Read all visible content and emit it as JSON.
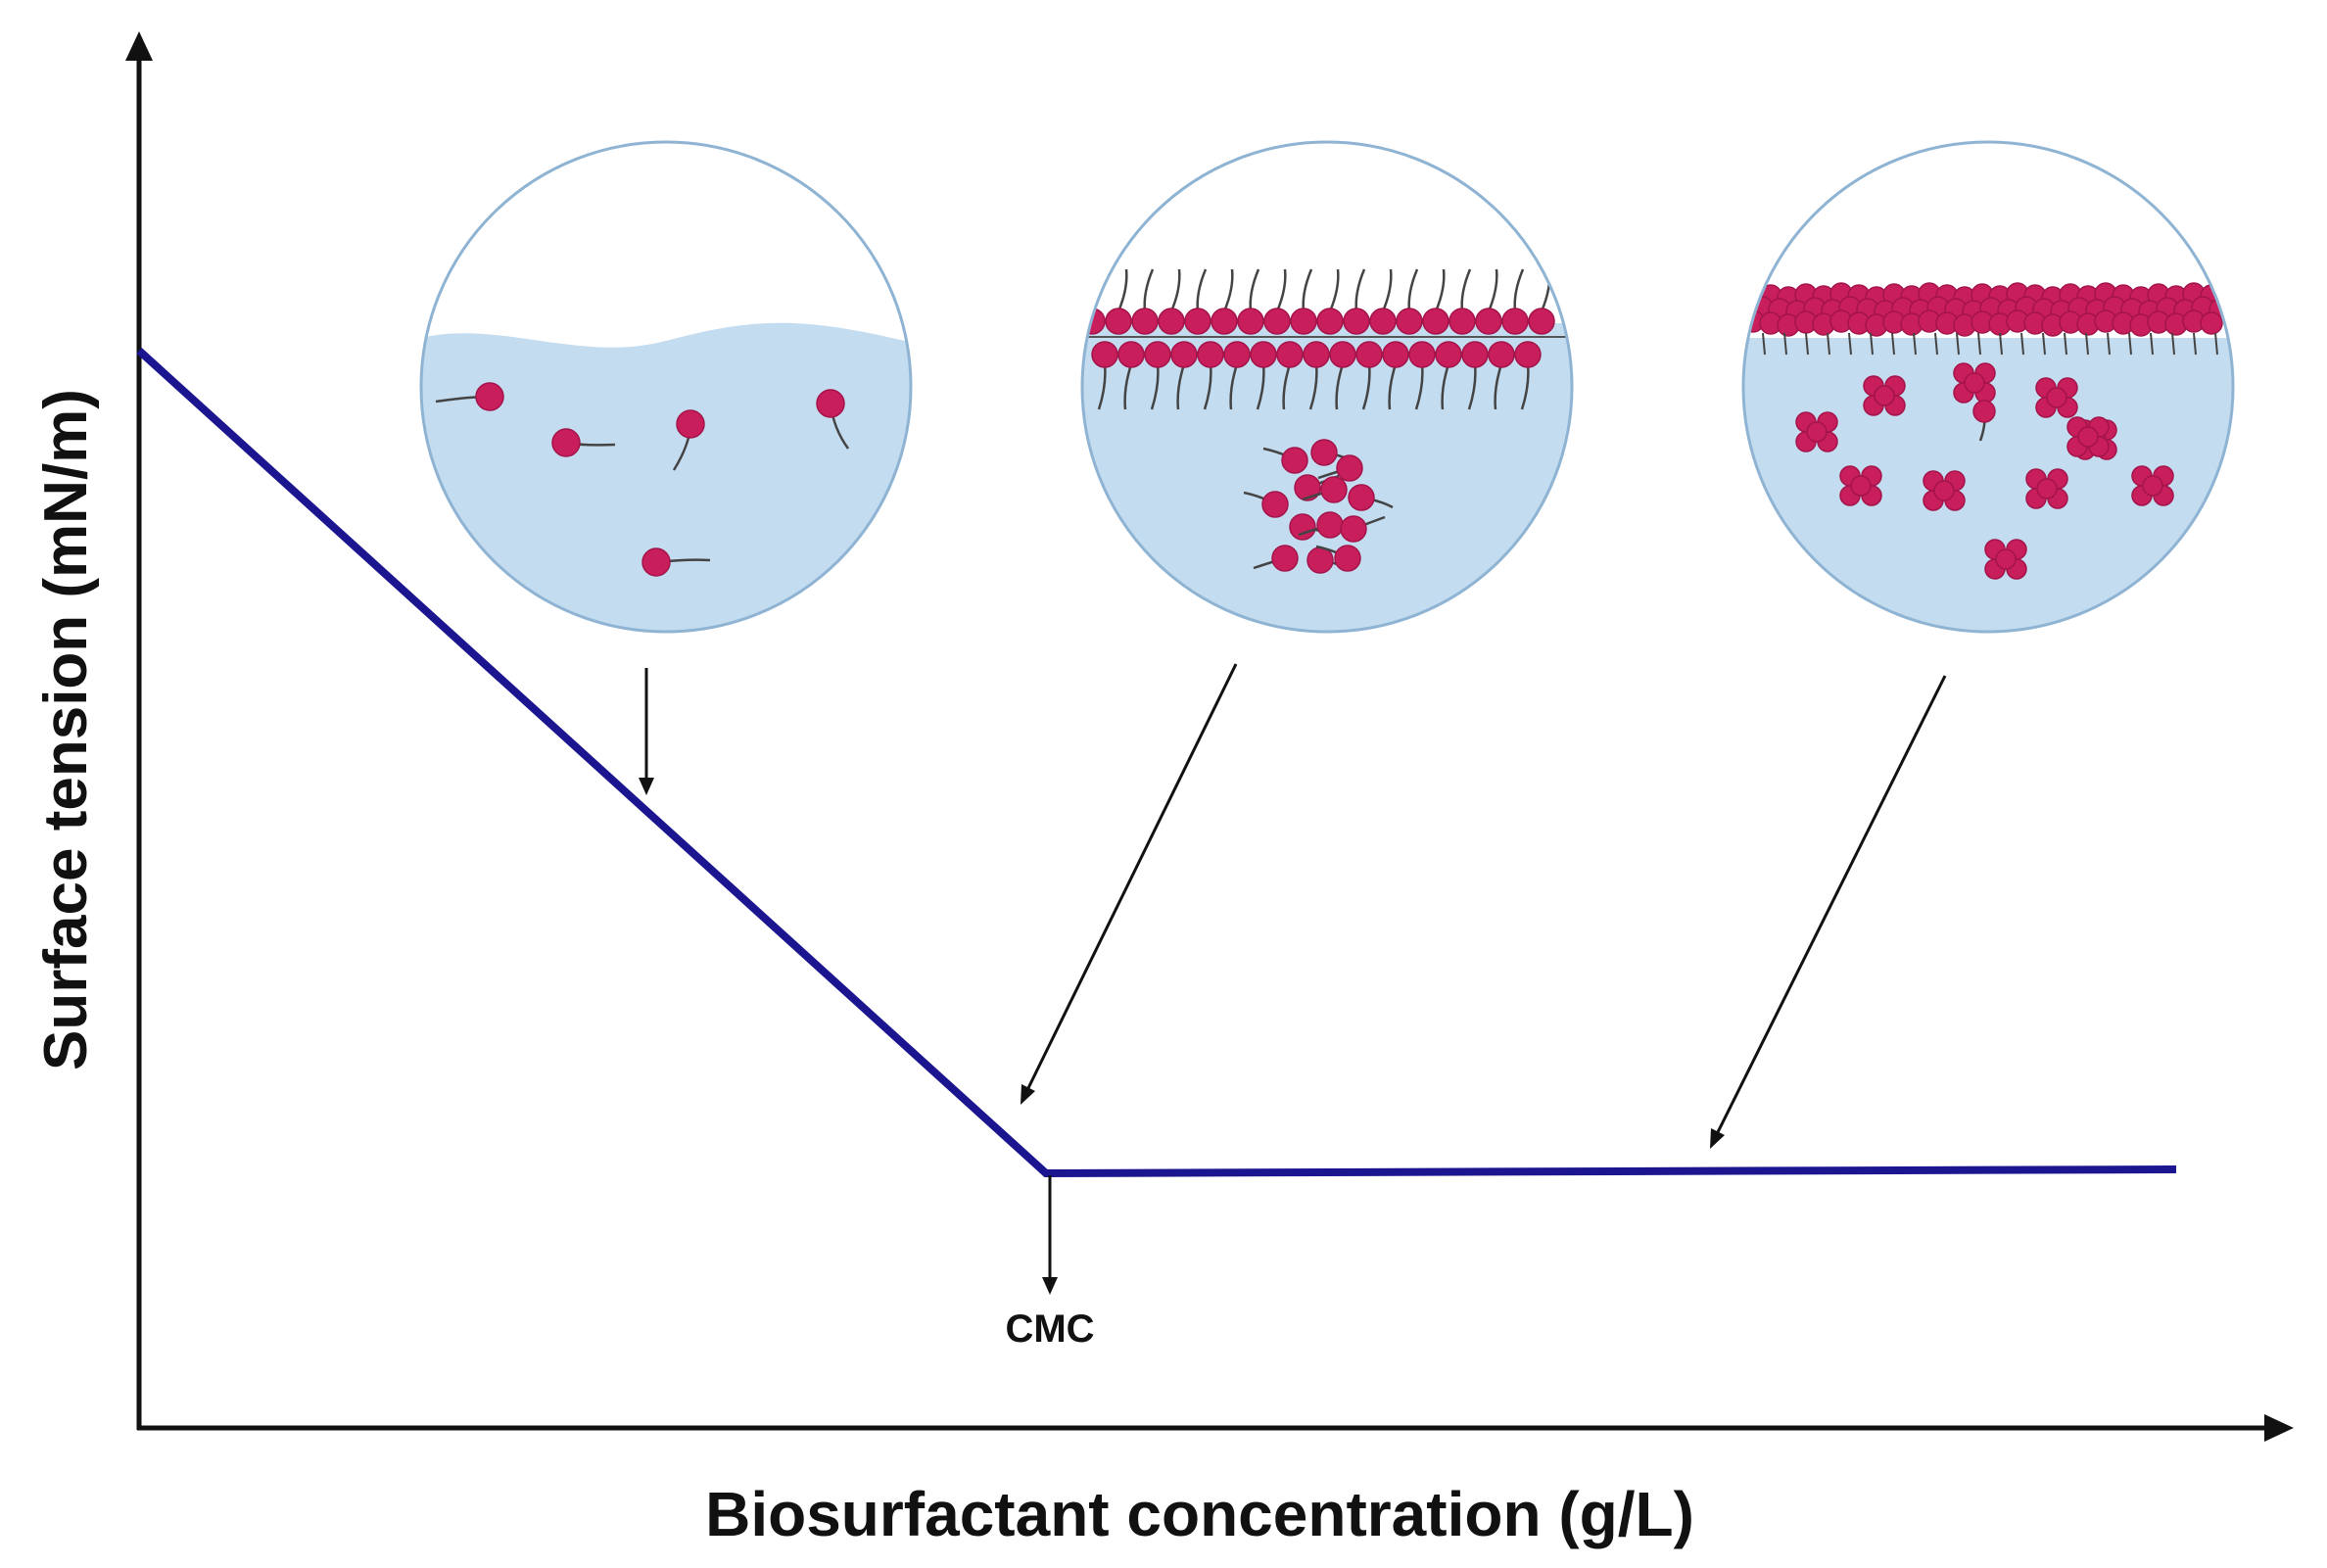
{
  "axes": {
    "x_label": "Biosurfactant concentration (g/L)",
    "y_label": "Surface tension (mN/m)"
  },
  "annotations": {
    "cmc": "CMC"
  },
  "colors": {
    "curve": "#1c1590",
    "axis": "#111111",
    "water": "#c4dcef",
    "water_outline": "#8fb4d3",
    "molecule_head": "#c81e5b",
    "molecule_head_dark": "#a3144a",
    "tail": "#444444"
  },
  "insets": [
    {
      "id": "monomers",
      "content": "scattered surfactant monomers in water"
    },
    {
      "id": "monolayer",
      "content": "saturated surface layer with first micelles"
    },
    {
      "id": "micelles",
      "content": "packed surface layer with many micelles"
    }
  ]
}
